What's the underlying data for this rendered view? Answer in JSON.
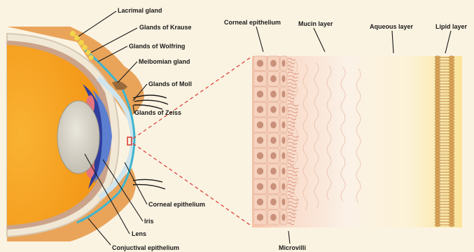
{
  "eye_labels": {
    "lacrimal_gland": "Lacrimal gland",
    "glands_of_krause": "Glands of Krause",
    "glands_of_wolfring": "Glands of Wolfring",
    "meibomian_gland": "Meibomian gland",
    "glands_of_moll": "Glands of Moll",
    "glands_of_zeiss": "Glands of  Zeiss",
    "corneal_epithelium": "Corneal epithelium",
    "iris": "Iris",
    "lens": "Lens",
    "conjunctival_epithelium": "Conjuctival epithelium"
  },
  "tear_film_labels": {
    "corneal_epithelium": "Corneal epithelium",
    "mucin_layer": "Mucin layer",
    "aqueous_layer": "Aqueous layer",
    "lipid_layer": "Lipid layer",
    "microvilli": "Microvilli"
  },
  "colors": {
    "background": "#fbf3e2",
    "sclera_orange": "#f7a21b",
    "lid_tan": "#e9a45a",
    "iris_blue": "#2f3d9c",
    "conjunctiva_teal": "#3db4cf",
    "cell_pink": "#f6d3bf",
    "nucleus_brown": "#c9907a",
    "lipid_gold": "#d9a35a",
    "zoom_marker_red": "#d9362f"
  }
}
